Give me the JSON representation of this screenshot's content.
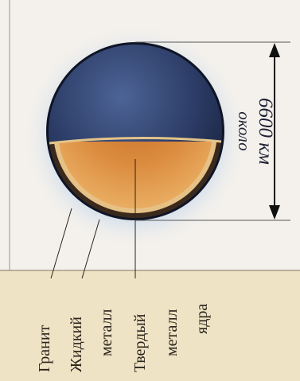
{
  "diagram": {
    "dimension": {
      "line1": "около",
      "line2": "6600 км"
    },
    "labels": {
      "granite": "Гранит",
      "liquid_metal": [
        "Жидкий",
        "металл"
      ],
      "solid_metal": [
        "Твердый",
        "металл",
        "ядра"
      ]
    }
  },
  "colors": {
    "page_background": "#f4f1ec",
    "bottom_strip": "#efe3c5",
    "glow": "#6e9ad2",
    "top_half": "#27365e",
    "core": "#d98a3a",
    "rim": "#e8c98c",
    "dim_line": "#3a3a3a",
    "arrow": "#111111"
  }
}
